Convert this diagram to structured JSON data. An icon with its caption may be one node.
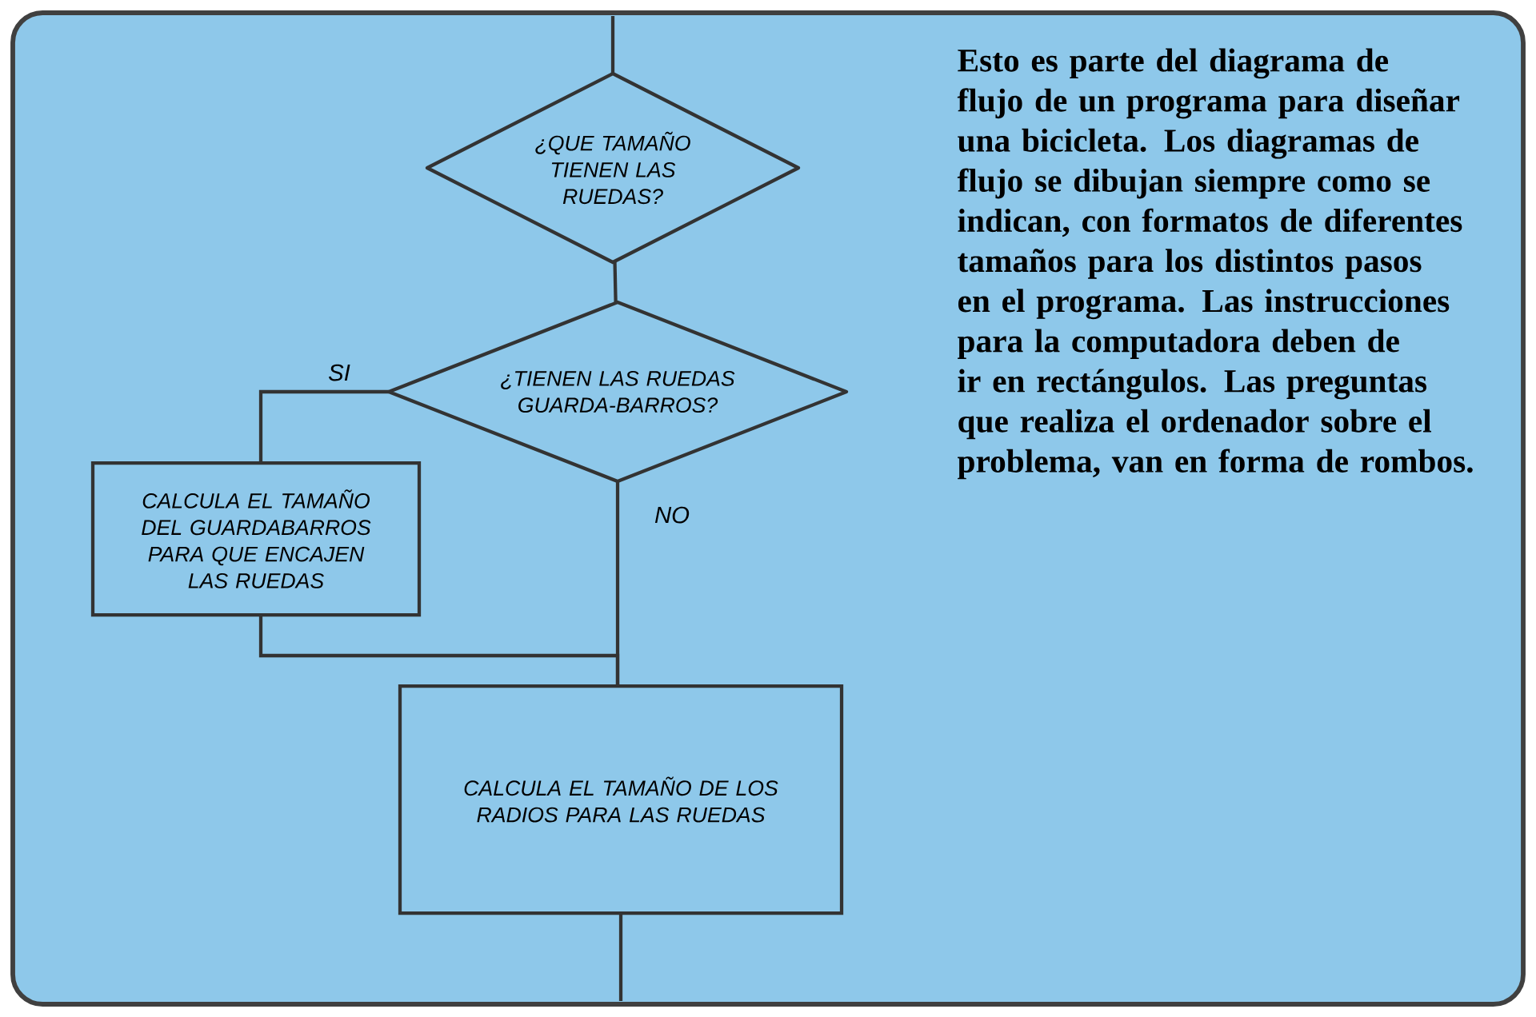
{
  "diagram": {
    "nodes": [
      {
        "text": [
          "¿QUE TAMAÑO TIENEN LAS RUEDAS?"
        ]
      },
      {
        "text": [
          "¿TIENEN LAS RUEDAS GUARDA-BARROS?"
        ]
      },
      {
        "text": [
          "CALCULA EL TAMAÑO DEL GUARDABARROS PARA QUE ENCAJEN LAS RUEDAS"
        ]
      },
      {
        "text": [
          "CALCULA EL TAMAÑO DE LOS RADIOS PARA LAS RUEDAS"
        ]
      }
    ],
    "edges": [
      {
        "from": null,
        "to": 0,
        "arrow": "none"
      },
      {
        "from": 0,
        "to": 1,
        "arrow": "none"
      },
      {
        "from": 1,
        "to": 2,
        "arrow": "none",
        "label": "SI"
      },
      {
        "from": 2,
        "to": 3,
        "arrow": "none"
      },
      {
        "from": 1,
        "to": 3,
        "arrow": "none",
        "label": "NO"
      },
      {
        "from": 3,
        "to": null,
        "arrow": "none"
      }
    ],
    "labels": [
      "Esto es parte del diagrama de flujo de un programa para diseñar una bicicleta. Los diagramas de flujo se dibujan siempre como se indican, con formatos de diferentes tamaños para los distintos pasos en el programa. Las instrucciones para la computadora deben de ir en rectángulos. Las preguntas que realiza el ordenador sobre el problema, van en forma de rombos."
    ]
  }
}
